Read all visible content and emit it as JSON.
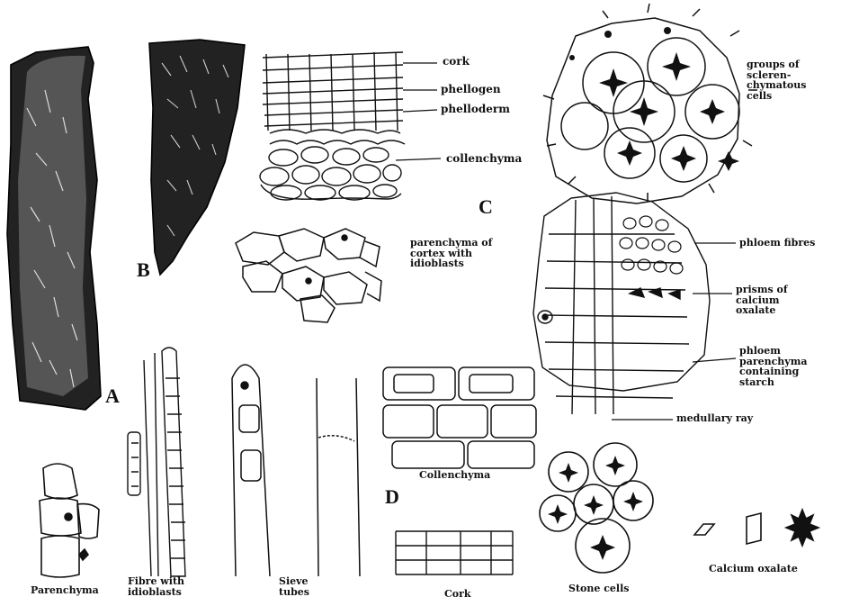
{
  "panels": {
    "A": "A",
    "B": "B",
    "C": "C",
    "D": "D"
  },
  "labels": {
    "cork": "cork",
    "phellogen": "phellogen",
    "phelloderm": "phelloderm",
    "collenchyma_top": "collenchyma",
    "sclerenchyma_groups": "groups of\nscleren-\nchymatous\ncells",
    "parenchyma_cortex": "parenchyma of\ncortex with\nidioblasts",
    "phloem_fibres": "phloem fibres",
    "prisms": "prisms of\ncalcium\noxalate",
    "phloem_parenchyma": "phloem\nparenchyma\ncontaining\nstarch",
    "medullary_ray": "medullary ray"
  },
  "captions": {
    "parenchyma": "Parenchyma",
    "fibre": "Fibre with\nidioblasts",
    "sieve": "Sieve\ntubes",
    "collenchyma": "Collenchyma",
    "cork": "Cork",
    "stone": "Stone cells",
    "calcium": "Calcium oxalate"
  }
}
